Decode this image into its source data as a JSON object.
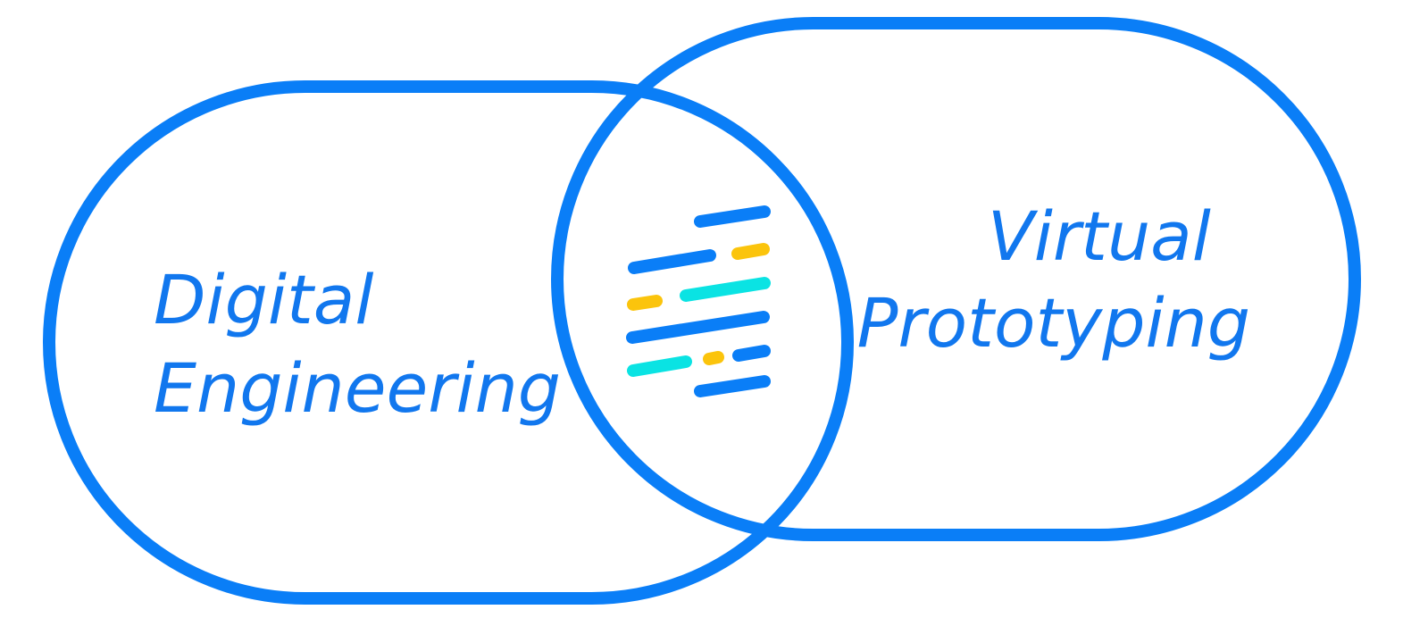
{
  "diagram": {
    "left_label": [
      "Digital",
      "Engineering"
    ],
    "right_label": [
      "Virtual",
      "Prototyping"
    ]
  },
  "colors": {
    "outline": "#0a7ef7",
    "text": "#1177ee",
    "logo_blue": "#0a7ef7",
    "logo_yellow": "#fbc40c",
    "logo_cyan": "#0ae3e3"
  },
  "icons": {
    "center_logo": "striped-bars-logo-icon"
  }
}
